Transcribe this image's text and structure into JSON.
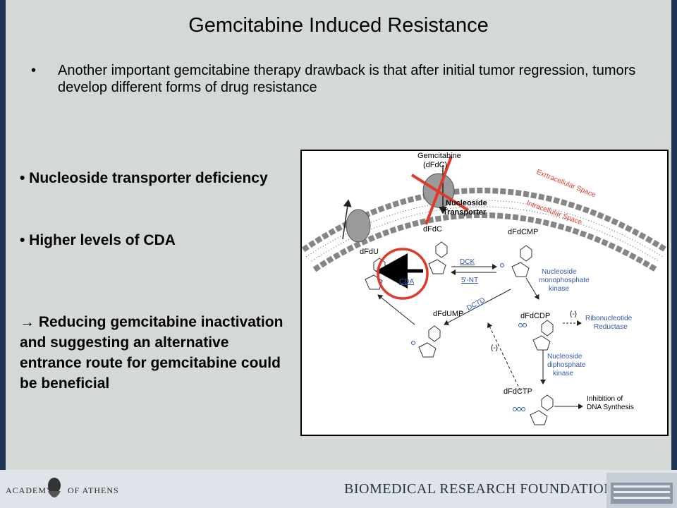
{
  "slide": {
    "title": "Gemcitabine Induced Resistance",
    "bullet_symbol": "•",
    "intro": "Another important gemcitabine therapy drawback is that after initial tumor regression, tumors develop different forms of drug resistance",
    "points": [
      "• Nucleoside transporter deficiency",
      "• Higher levels of CDA",
      "→ Reducing gemcitabine inactivation and suggesting an alternative entrance route for gemcitabine could be beneficial"
    ]
  },
  "diagram": {
    "gemcitabine": "Gemcitabine",
    "gemcitabine_abbr": "(dFdC)",
    "transporter_line1": "Nucleoside",
    "transporter_line2": "Transporter",
    "extracellular": "Exrtracellular Space",
    "intracellular": "Intracellular Space",
    "dFdC": "dFdC",
    "dFdU": "dFdU",
    "dFdCMP": "dFdCMP",
    "dFdUMP": "dFdUMP",
    "dFdCDP": "dFdCDP",
    "dFdCTP": "dFdCTP",
    "dck": "DCK",
    "nt": "5'-NT",
    "cda": "CDA",
    "dctd": "DCTD",
    "nmpk_1": "Nucleoside",
    "nmpk_2": "monophosphate",
    "nmpk_3": "kinase",
    "ndpk_1": "Nucleoside",
    "ndpk_2": "diphosphate",
    "ndpk_3": "kinase",
    "rr_1": "Ribonucleotide",
    "rr_2": "Reductase",
    "neg1": "(-)",
    "neg2": "(-)",
    "inhib_1": "Inhibition of",
    "inhib_2": "DNA Synthesis"
  },
  "footer": {
    "academy_left": "ACADEMY",
    "academy_right": "OF ATHENS",
    "foundation": "BIOMEDICAL RESEARCH FOUNDATION"
  },
  "colors": {
    "red": "#e03a2a",
    "blue": "#3358a8",
    "navy_bar": "#1f3554"
  }
}
